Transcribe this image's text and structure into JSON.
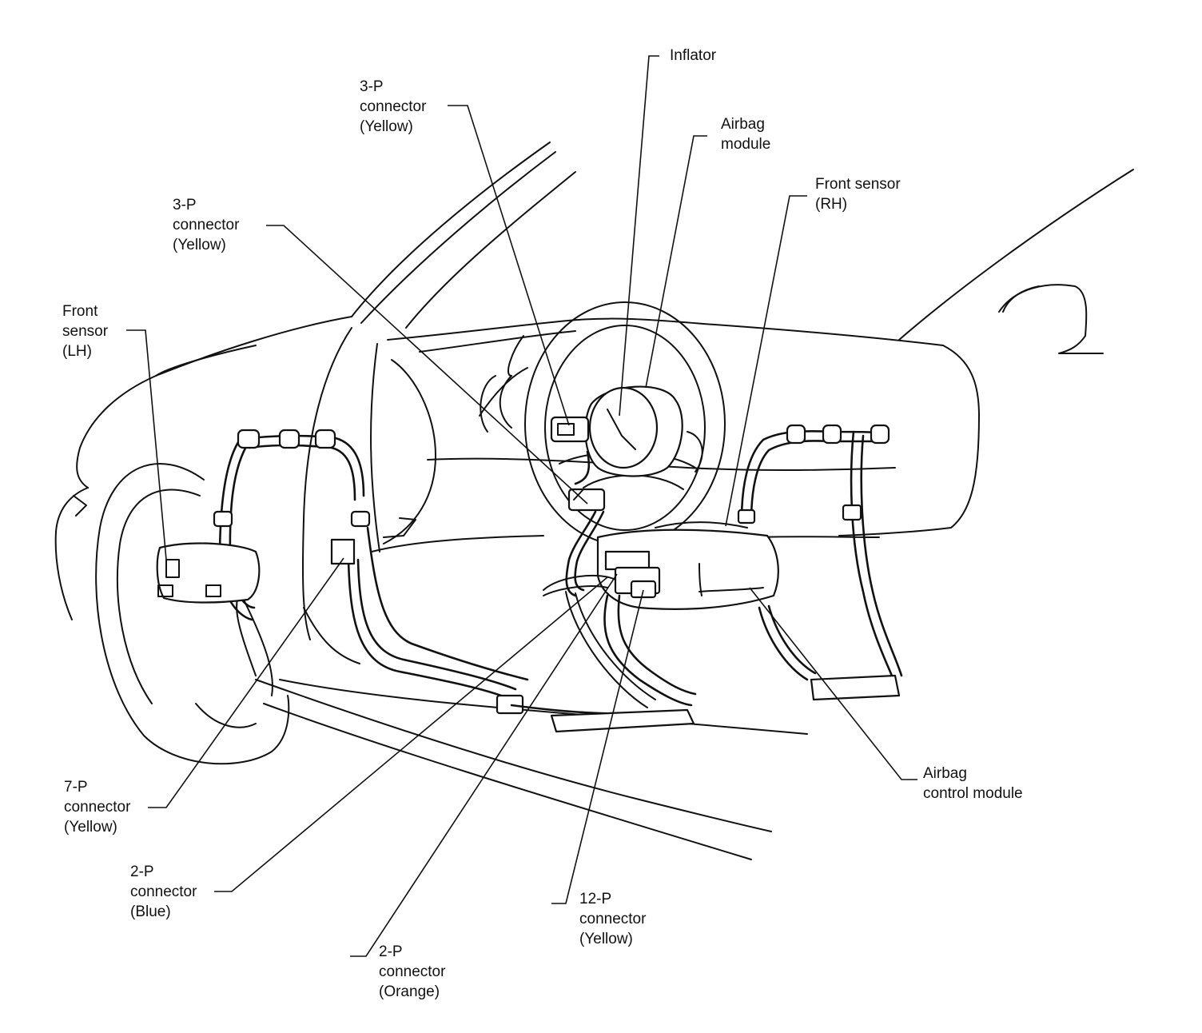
{
  "labels": {
    "inflator": {
      "lines": [
        "Inflator"
      ]
    },
    "connector_3p_top": {
      "lines": [
        "3-P",
        "connector",
        "(Yellow)"
      ]
    },
    "airbag_module": {
      "lines": [
        "Airbag",
        "module"
      ]
    },
    "front_sensor_rh": {
      "lines": [
        "Front sensor",
        "(RH)"
      ]
    },
    "connector_3p_left": {
      "lines": [
        "3-P",
        "connector",
        "(Yellow)"
      ]
    },
    "front_sensor_lh": {
      "lines": [
        "Front",
        "sensor",
        "(LH)"
      ]
    },
    "connector_7p": {
      "lines": [
        "7-P",
        "connector",
        "(Yellow)"
      ]
    },
    "connector_2p_blue": {
      "lines": [
        "2-P",
        "connector",
        "(Blue)"
      ]
    },
    "connector_2p_orange": {
      "lines": [
        "2-P",
        "connector",
        "(Orange)"
      ]
    },
    "connector_12p": {
      "lines": [
        "12-P",
        "connector",
        "(Yellow)"
      ]
    },
    "airbag_control_module": {
      "lines": [
        "Airbag",
        "control module"
      ]
    }
  },
  "colors": {
    "ink": "#111111",
    "background": "#ffffff"
  }
}
